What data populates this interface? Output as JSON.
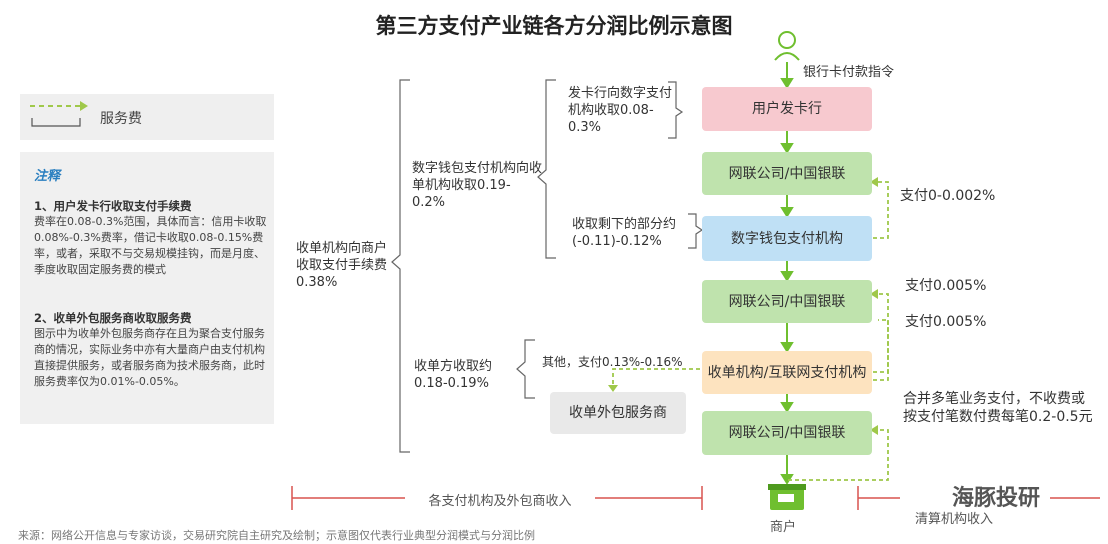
{
  "title": "第三方支付产业链各方分润比例示意图",
  "legend": {
    "label": "服务费"
  },
  "note": {
    "heading": "注释",
    "item1_title": "1、用户发卡行收取支付手续费",
    "item1_body": "费率在0.08-0.3%范围，具体而言：信用卡收取0.08%-0.3%费率，借记卡收取0.08-0.15%费率，或者，采取不与交易规模挂钩，而是月度、季度收取固定服务费的模式",
    "item2_title": "2、收单外包服务商收取服务费",
    "item2_body": "图示中为收单外包服务商存在且为聚合支付服务商的情况，实际业务中亦有大量商户由支付机构直接提供服务，或者服务商为技术服务商，此时服务费率仅为0.01%-0.05%。"
  },
  "left_brace_text": "收单机构向商户收取支付手续费0.38%",
  "wallet_text": "数字钱包支付机构向收单机构收取0.19-0.2%",
  "issuer_text": "发卡行向数字支付机构收取0.08-0.3%",
  "remaining_text": "收取剩下的部分约(-0.11)-0.12%",
  "acquirer_text": "收单方收取约0.18-0.19%",
  "other_text": "其他，支付0.13%-0.16%",
  "outsource_box": "收单外包服务商",
  "top_label": "银行卡付款指令",
  "nodes": {
    "issuer": "用户发卡行",
    "unionpay1": "网联公司/中国银联",
    "wallet": "数字钱包支付机构",
    "unionpay2": "网联公司/中国银联",
    "acquirer": "收单机构/互联网支付机构",
    "unionpay3": "网联公司/中国银联"
  },
  "right_labels": {
    "pay1": "支付0-0.002%",
    "pay2": "支付0.005%",
    "pay3": "支付0.005%",
    "merge": "合并多笔业务支付，不收费或按支付笔数付费每笔0.2-0.5元"
  },
  "bottom": {
    "income_left": "各支付机构及外包商收入",
    "merchant": "商户",
    "income_right": "清算机构收入",
    "watermark": "海豚投研",
    "source": "来源：网络公开信息与专家访谈，交易研究院自主研究及绘制；示意图仅代表行业典型分润模式与分润比例"
  },
  "colors": {
    "pink": "#f7c9cf",
    "green": "#bfe3ad",
    "blue": "#bfe0f5",
    "orange": "#fde3bf",
    "gray": "#e9e9e9",
    "accent_green": "#6fbf2f",
    "dashed": "#9fc84a",
    "red": "#d9534f"
  }
}
